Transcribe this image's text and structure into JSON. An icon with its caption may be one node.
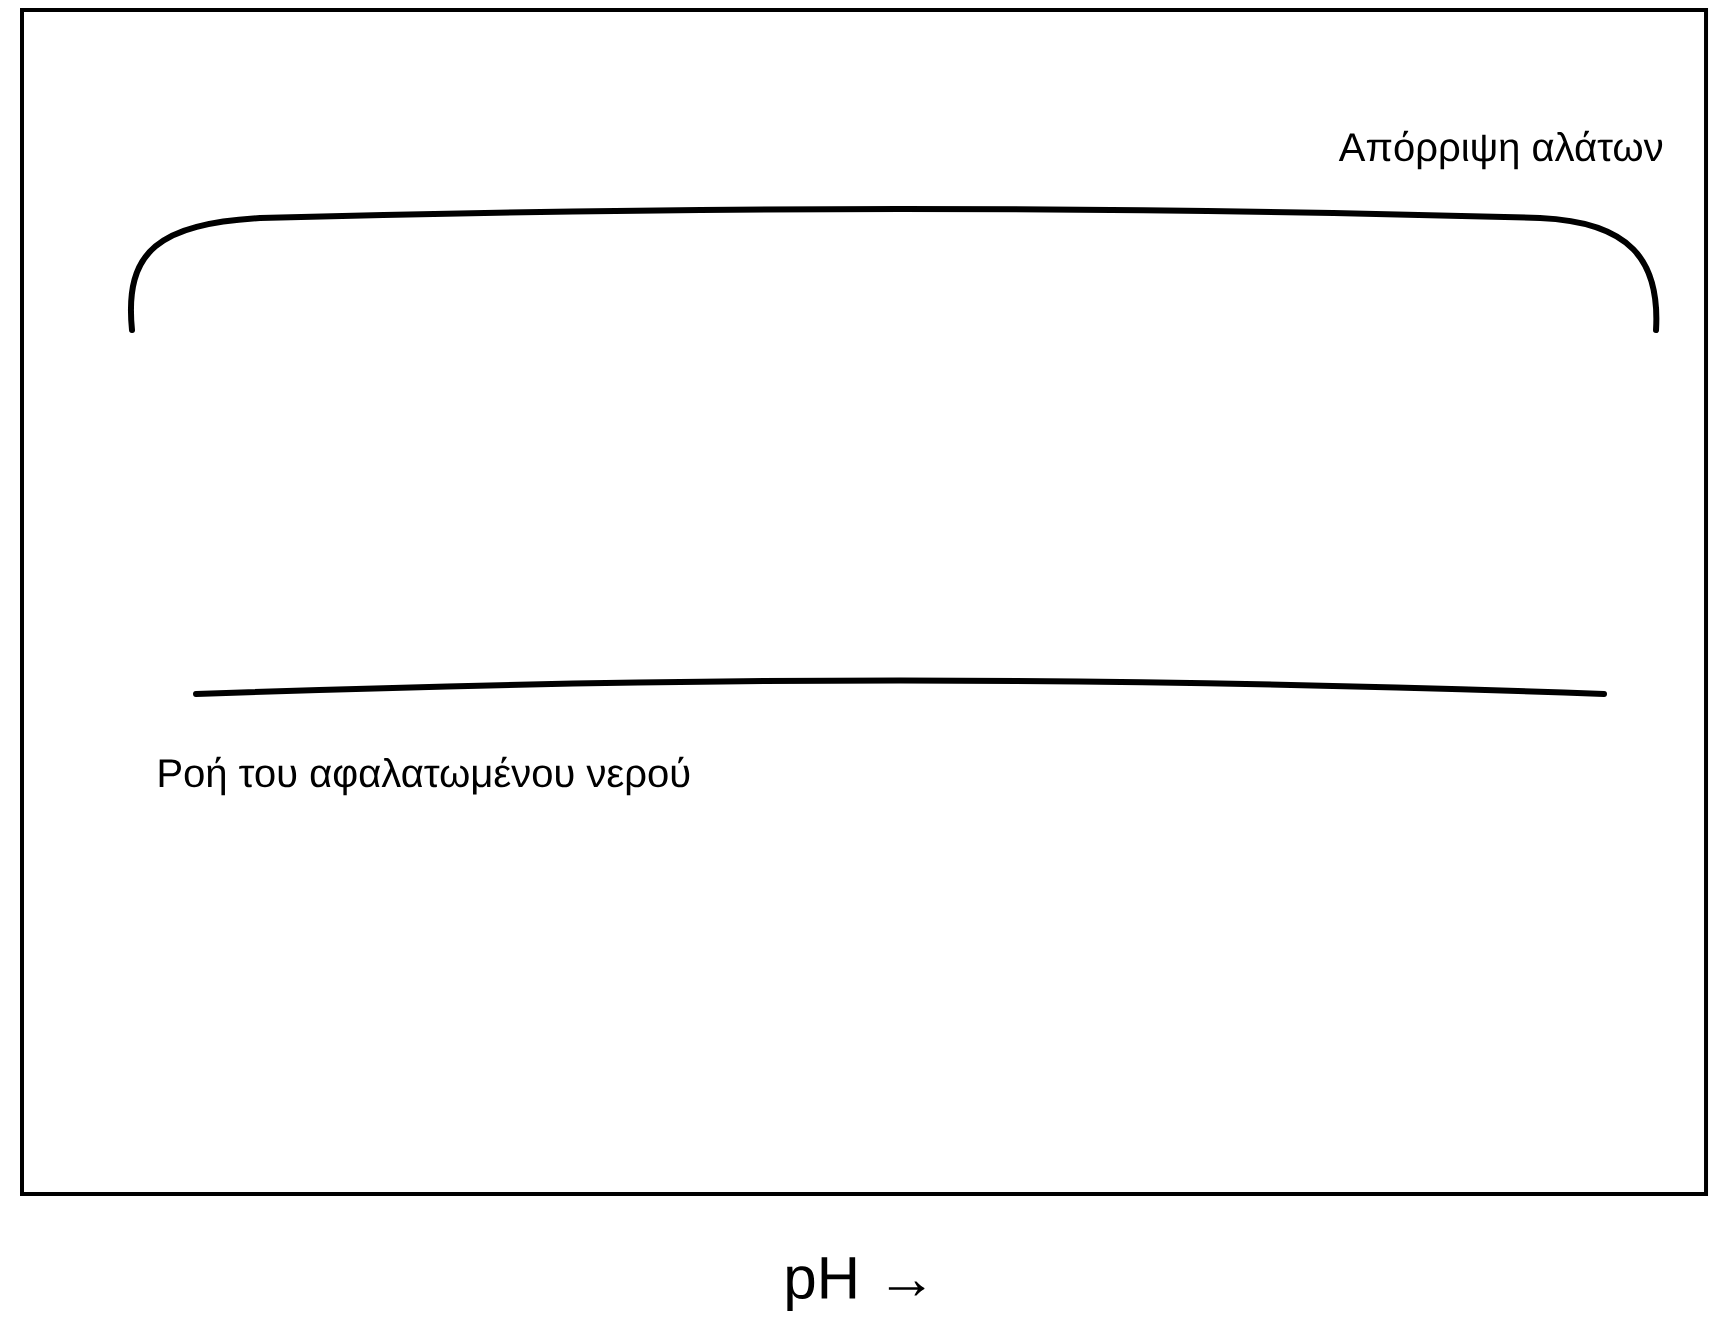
{
  "diagram": {
    "labels": [
      "Απόρριψη αλάτων",
      "Ροή του αφαλατωμένου νερού",
      "pH →"
    ]
  }
}
